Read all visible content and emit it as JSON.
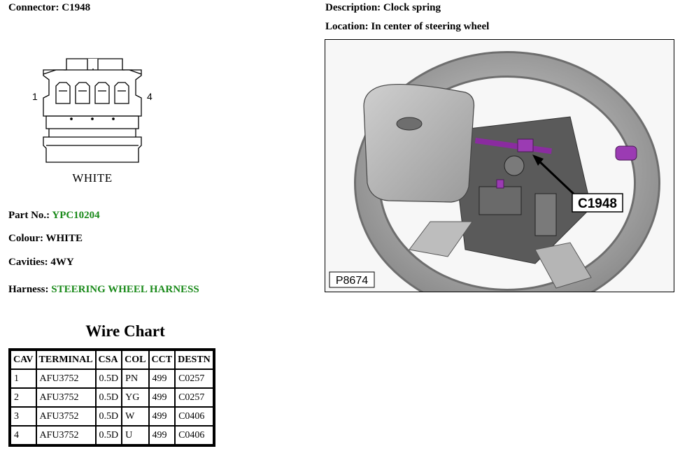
{
  "connector": {
    "label": "Connector:",
    "value": "C1948"
  },
  "description": {
    "label": "Description:",
    "value": "Clock spring"
  },
  "location": {
    "label": "Location:",
    "value": "In center of steering wheel"
  },
  "diagram": {
    "pin_left": "1",
    "pin_right": "4",
    "color_label": "WHITE"
  },
  "part": {
    "label": "Part No.:",
    "value": "YPC10204"
  },
  "colour": {
    "label": "Colour:",
    "value": "WHITE"
  },
  "cavities": {
    "label": "Cavities:",
    "value": "4WY"
  },
  "harness": {
    "label": "Harness:",
    "value": "STEERING WHEEL HARNESS"
  },
  "photo": {
    "callout": "C1948",
    "figure_id": "P8674"
  },
  "wire_chart": {
    "title": "Wire Chart",
    "headers": [
      "CAV",
      "TERMINAL",
      "CSA",
      "COL",
      "CCT",
      "DESTN"
    ],
    "rows": [
      [
        "1",
        "AFU3752",
        "0.5D",
        "PN",
        "499",
        "C0257"
      ],
      [
        "2",
        "AFU3752",
        "0.5D",
        "YG",
        "499",
        "C0257"
      ],
      [
        "3",
        "AFU3752",
        "0.5D",
        "W",
        "499",
        "C0406"
      ],
      [
        "4",
        "AFU3752",
        "0.5D",
        "U",
        "499",
        "C0406"
      ]
    ]
  },
  "colors": {
    "value_highlight": "#1a8a1a",
    "accessory_purple": "#8a2ca0"
  }
}
